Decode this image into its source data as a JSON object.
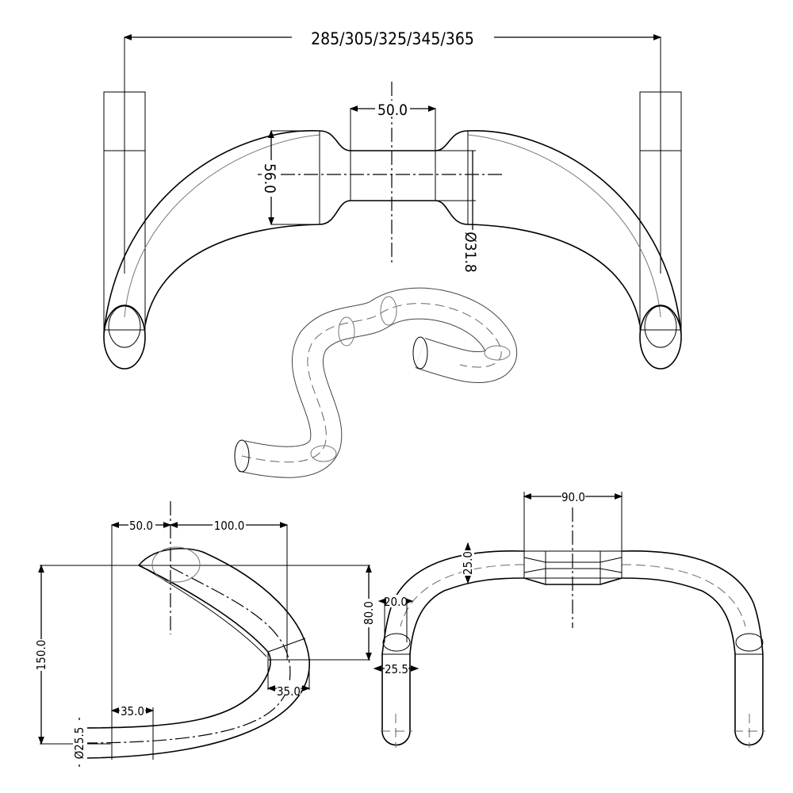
{
  "top_view": {
    "width_dim": "285/305/325/345/365",
    "clamp_width_dim": "50.0",
    "clamp_height_dim": "56.0",
    "clamp_diameter_dim": "Ø31.8"
  },
  "side_view": {
    "reach_dim": "50.0",
    "reach_total_dim": "100.0",
    "upper_drop_dim": "80.0",
    "drop_dim": "150.0",
    "bend_width_dim": "35.0",
    "end_width_dim": "35.0",
    "end_diameter_dim": "Ø25.5"
  },
  "front_view": {
    "center_width_dim": "90.0",
    "tube_height_dim": "25.0",
    "bend_dim": "20.0",
    "drop_diameter_dim": "25.5"
  }
}
